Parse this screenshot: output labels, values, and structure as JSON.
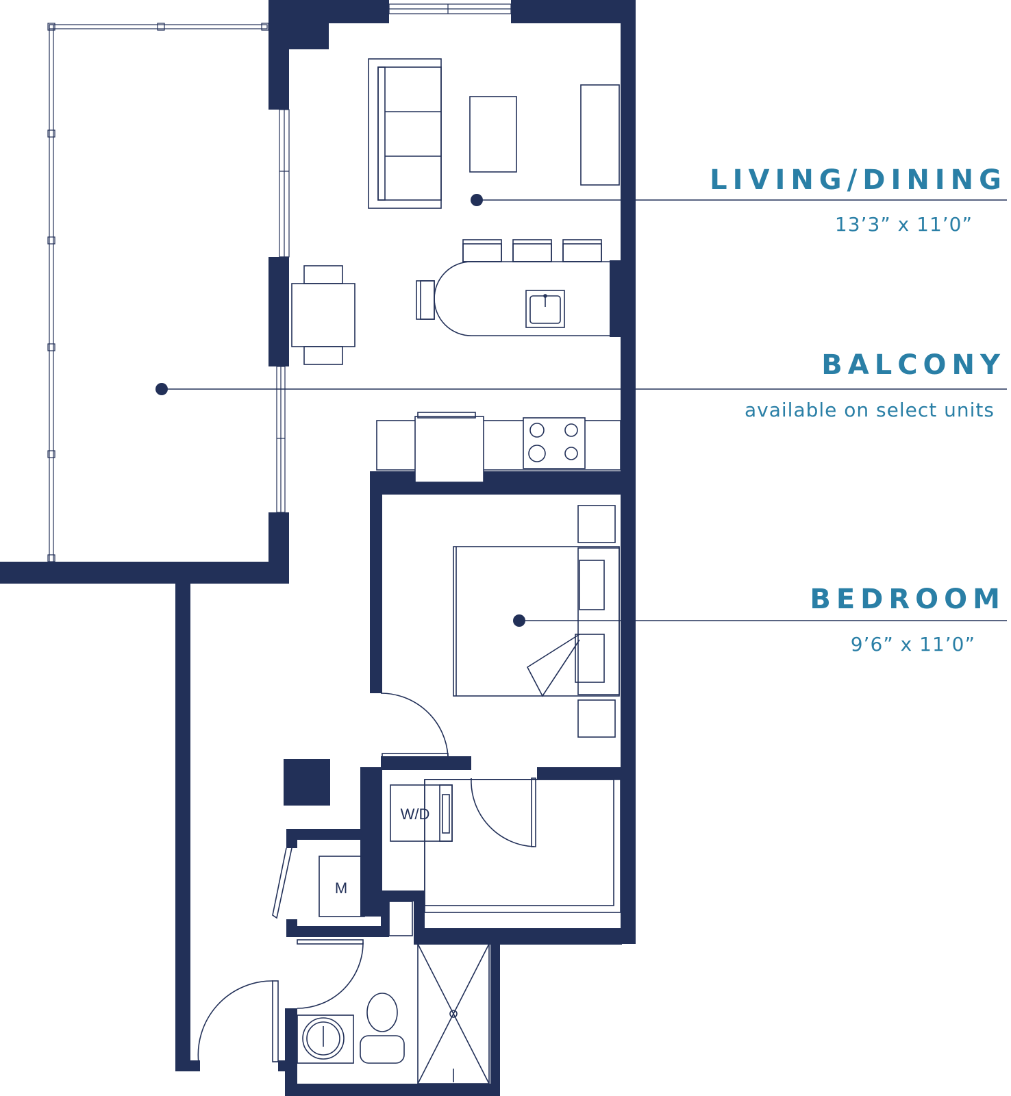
{
  "accent_color": "#2a7fa6",
  "wall_color": "#223058",
  "rooms": {
    "living": {
      "name": "LIVING/DINING",
      "dimensions": "13’3” x 11’0”"
    },
    "balcony": {
      "name": "BALCONY",
      "note": "available on select units"
    },
    "bedroom": {
      "name": "BEDROOM",
      "dimensions": "9’6” x 11’0”"
    }
  },
  "fixtures": {
    "washer_dryer": "W/D",
    "mechanical": "M"
  }
}
